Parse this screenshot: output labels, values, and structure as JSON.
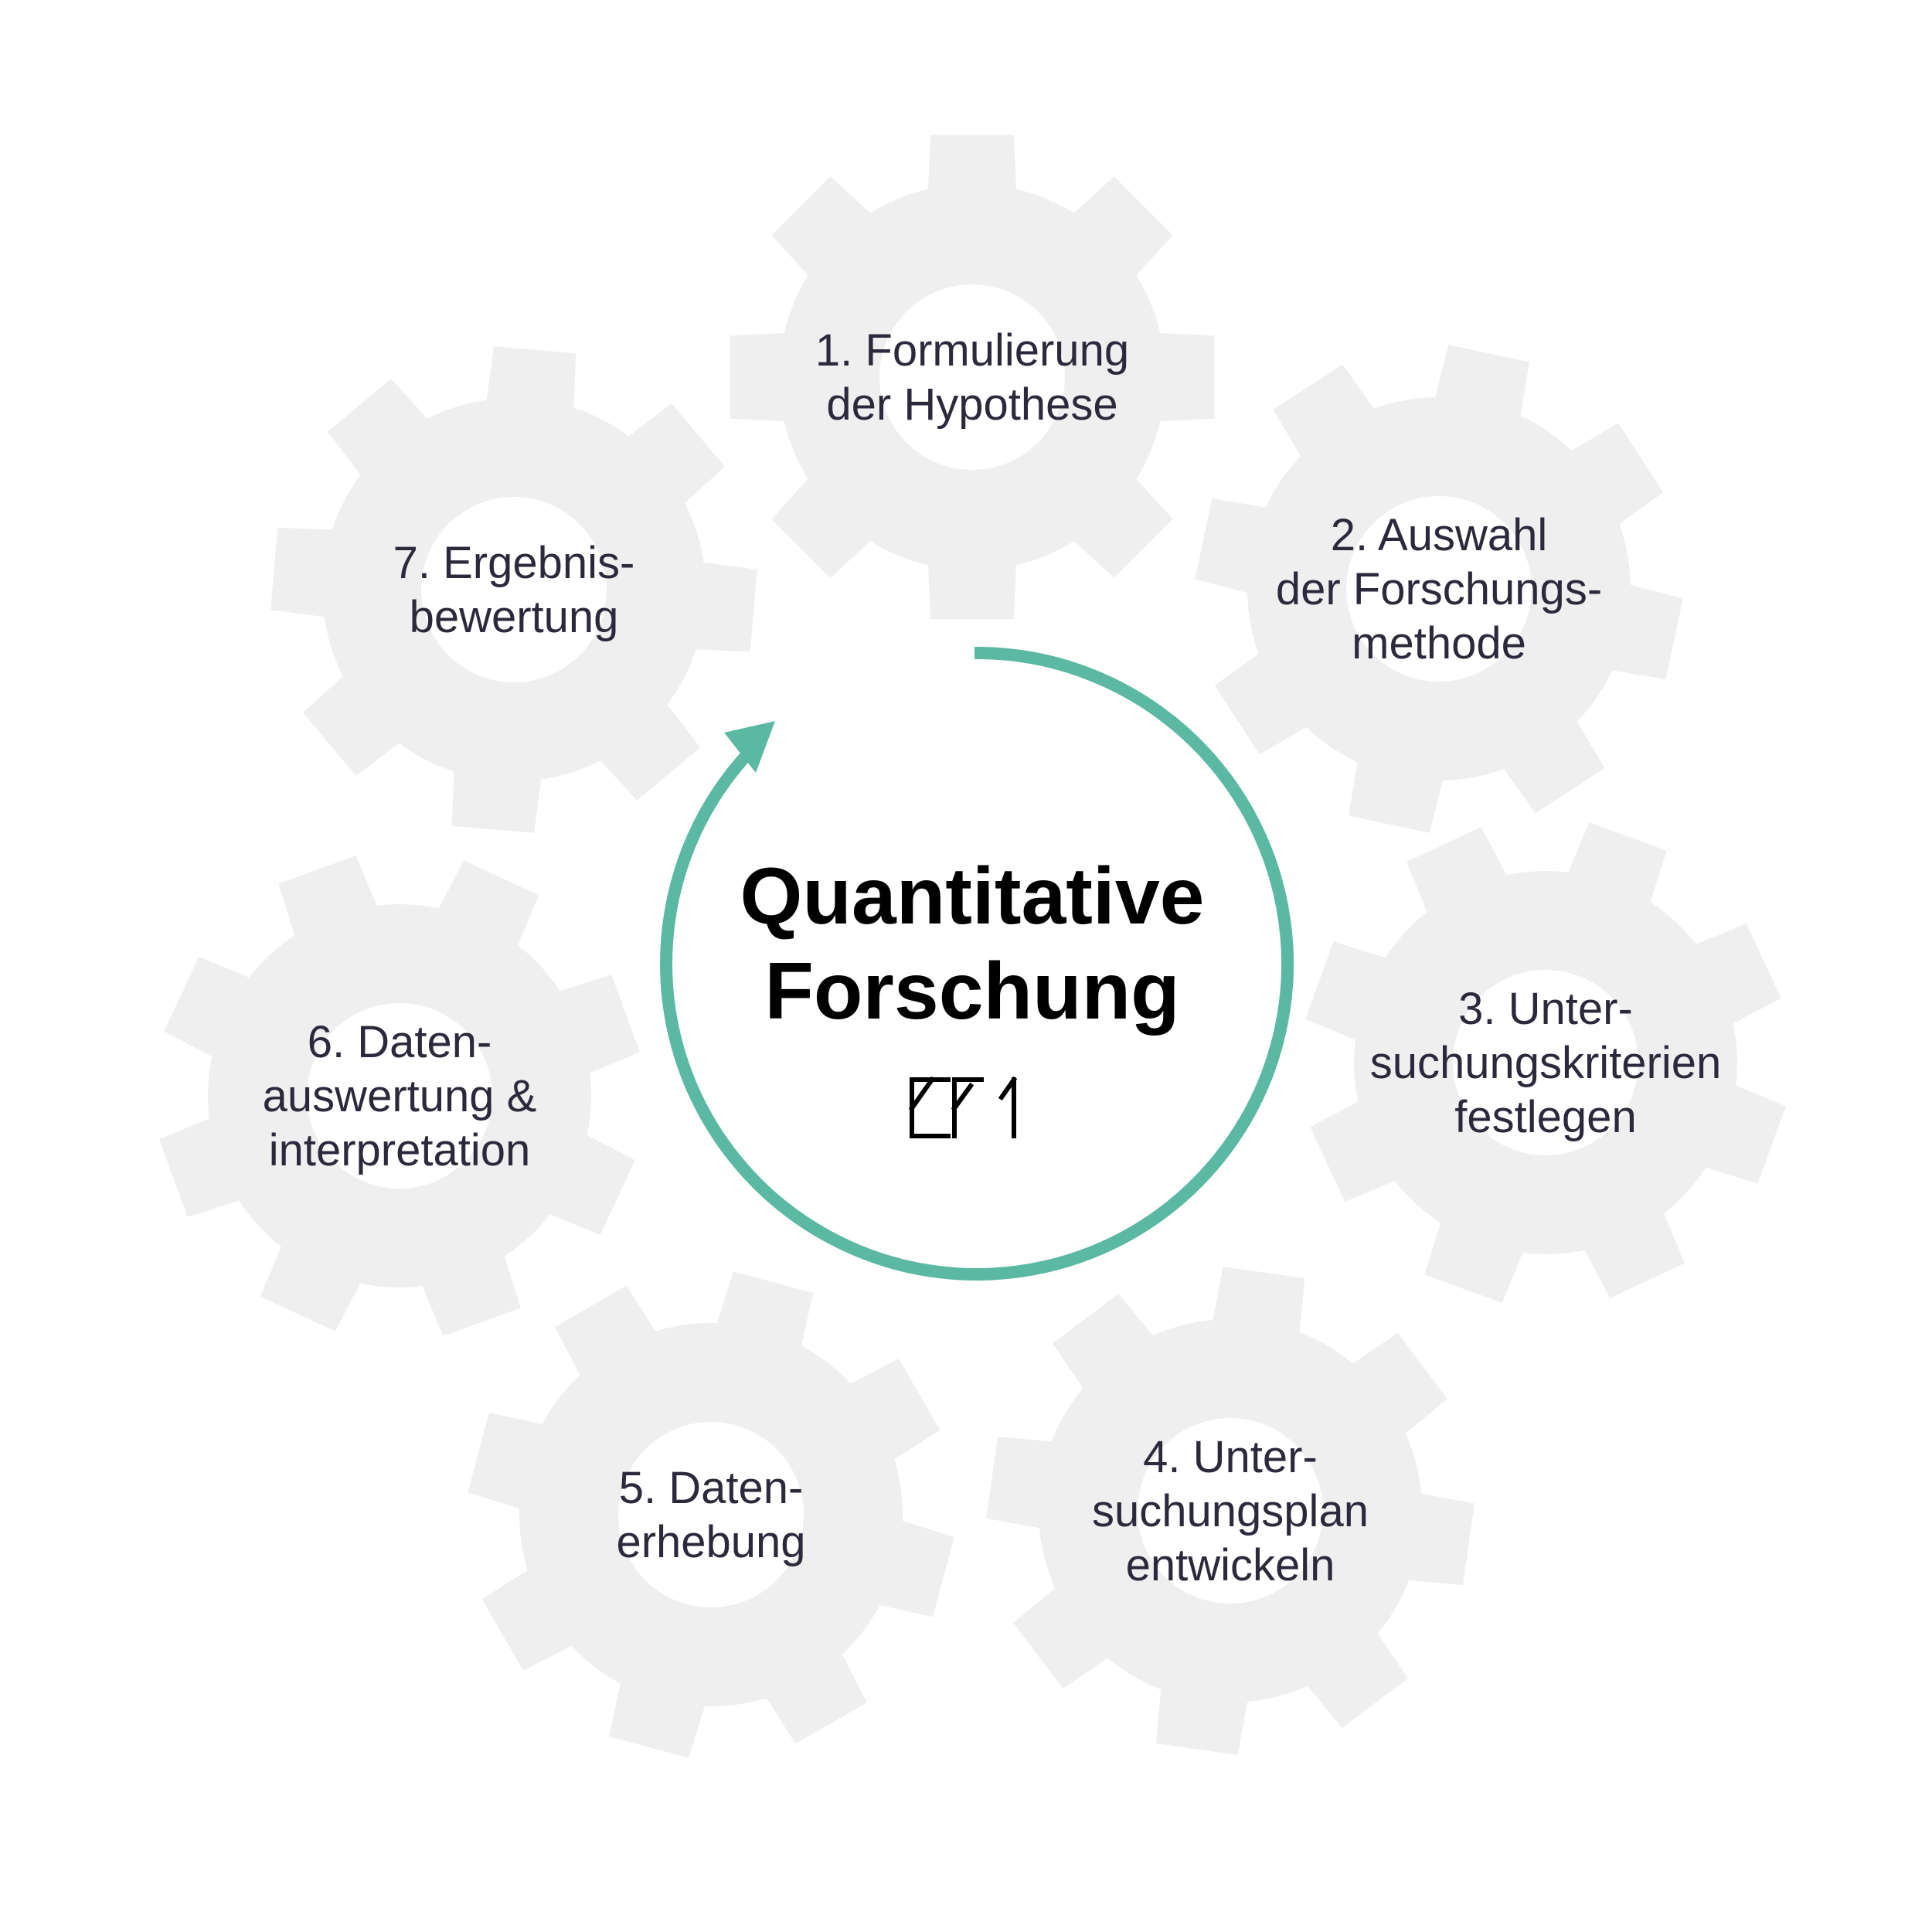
{
  "diagram": {
    "title": [
      "Quantitative",
      "Forschung"
    ],
    "logo": "EF1-logo",
    "colors": {
      "gear": "#efefef",
      "arrow": "#5bb8a3",
      "step_text": "#2b2a3d",
      "title_text": "#000000"
    },
    "steps": [
      {
        "lines": [
          "1. Formulierung",
          "der Hypothese"
        ]
      },
      {
        "lines": [
          "2. Auswahl",
          "der Forschungs-",
          "methode"
        ]
      },
      {
        "lines": [
          "3. Unter-",
          "suchungskriterien",
          "festlegen"
        ]
      },
      {
        "lines": [
          "4. Unter-",
          "suchungsplan",
          "entwickeln"
        ]
      },
      {
        "lines": [
          "5. Daten-",
          "erhebung"
        ]
      },
      {
        "lines": [
          "6. Daten-",
          "auswertung &",
          "interpretation"
        ]
      },
      {
        "lines": [
          "7. Ergebnis-",
          "bewertung"
        ]
      }
    ]
  }
}
